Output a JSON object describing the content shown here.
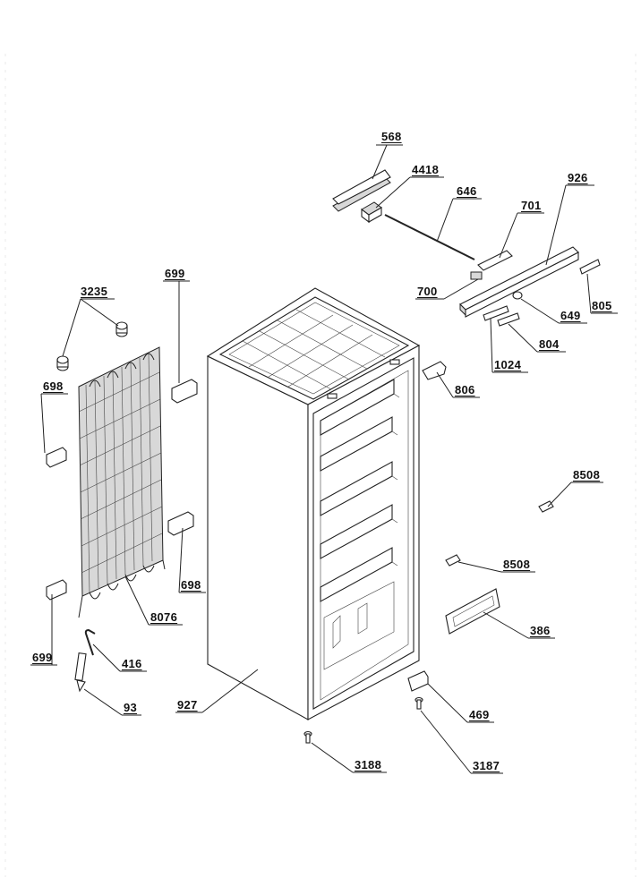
{
  "diagram": {
    "labels": {
      "l568": "568",
      "l4418": "4418",
      "l646": "646",
      "l926": "926",
      "l701": "701",
      "l700": "700",
      "l649": "649",
      "l805": "805",
      "l804": "804",
      "l1024": "1024",
      "l806": "806",
      "l3235": "3235",
      "l699a": "699",
      "l698a": "698",
      "l698b": "698",
      "l699b": "699",
      "l8076": "8076",
      "l416": "416",
      "l93": "93",
      "l927": "927",
      "l8508a": "8508",
      "l8508b": "8508",
      "l386": "386",
      "l469": "469",
      "l3188": "3188",
      "l3187": "3187"
    }
  }
}
